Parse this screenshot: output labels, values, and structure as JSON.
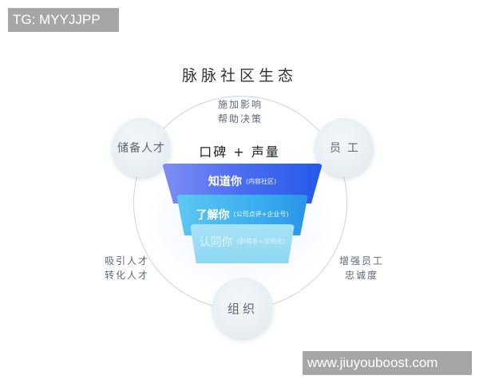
{
  "watermarks": {
    "top_left": "TG: MYYJJPP",
    "bottom_right": "www.jiuyouboost.com"
  },
  "diagram": {
    "title": "脉脉社区生态",
    "center_title": "口碑 + 声量",
    "nodes": {
      "top_left": "储备人才",
      "top_right": "员工",
      "bottom": "组织"
    },
    "labels": {
      "top": [
        "施加影响",
        "帮助决策"
      ],
      "left": [
        "吸引人才",
        "转化人才"
      ],
      "right": [
        "增强员工",
        "忠诚度"
      ]
    },
    "funnel": [
      {
        "label": "知道你",
        "note": "(内容社区)",
        "color": "#3f62ee"
      },
      {
        "label": "了解你",
        "note": "(公司点评+企业号)",
        "color": "#3aaff0"
      },
      {
        "label": "认同你",
        "note": "(职得去+定制化)",
        "color": "#9adcf5"
      }
    ],
    "colors": {
      "ring": "#cfd3da",
      "node_fill": "#e8eff3",
      "text_gray": "#5e6878"
    }
  }
}
